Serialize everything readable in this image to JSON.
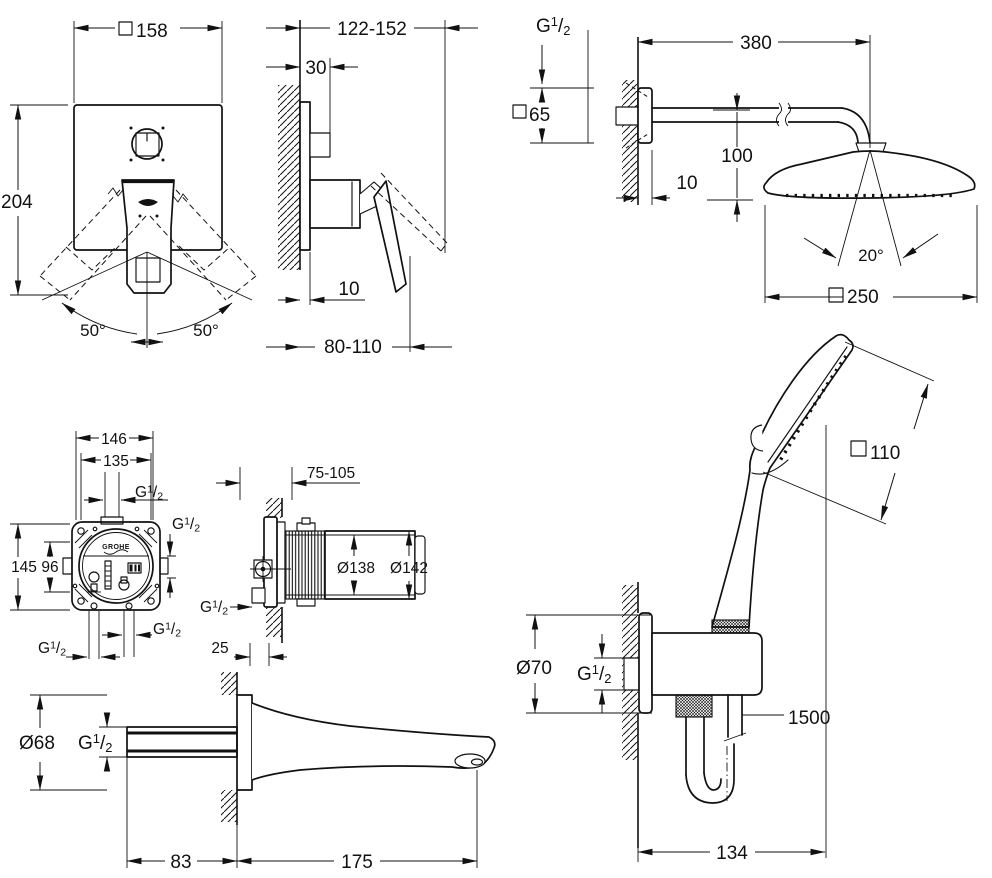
{
  "brand": "GROHE",
  "thread_label": "G 1/2",
  "views": {
    "mixer_front": {
      "width": "158",
      "height": "204",
      "swing_left": "50°",
      "swing_right": "50°"
    },
    "mixer_side": {
      "depth_range": "122-152",
      "rough_in": "30",
      "plate_thickness": "10",
      "lever_depth": "80-110"
    },
    "head_shower": {
      "arm_length": "380",
      "escutcheon": "65",
      "drop_height": "100",
      "escutcheon_thickness": "10",
      "tilt_angle": "20°",
      "head_width": "250"
    },
    "box_front": {
      "width": "146",
      "screw_spacing": "135",
      "height": "145",
      "port_spacing": "96"
    },
    "box_side": {
      "install_depth": "75-105",
      "diameter_inner": "Ø138",
      "diameter_outer": "Ø142",
      "front_offset": "25"
    },
    "spout": {
      "escutcheon_diameter": "Ø68",
      "wall_distance": "83",
      "projection": "175"
    },
    "hand_shower": {
      "head_size": "110"
    },
    "holder": {
      "escutcheon_diameter": "Ø70",
      "hose_length": "1500",
      "projection": "134"
    }
  }
}
